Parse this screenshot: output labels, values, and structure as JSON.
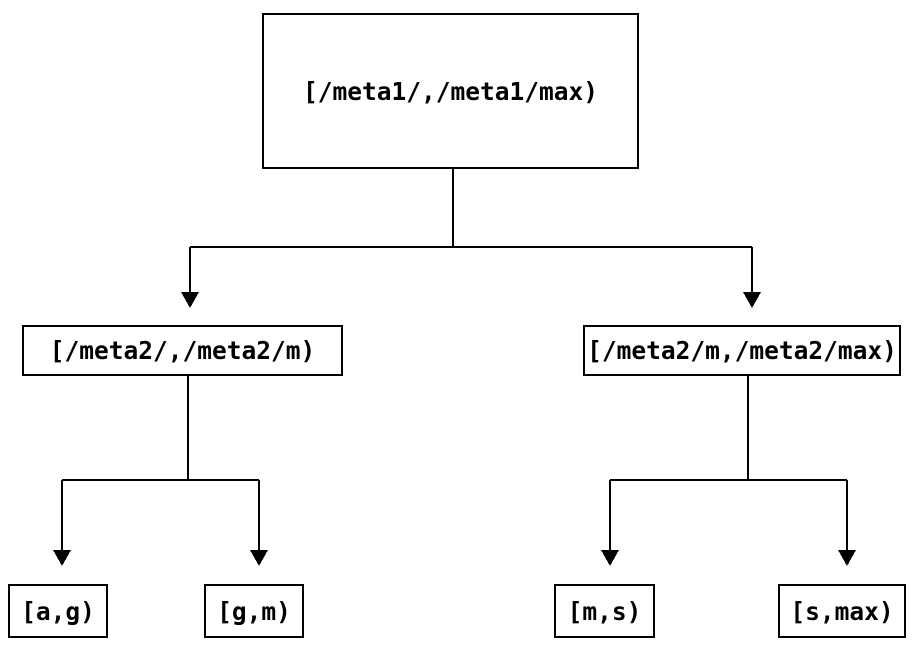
{
  "diagram": {
    "type": "tree",
    "colors": {
      "background": "#ffffff",
      "line": "#000000",
      "node_border": "#000000",
      "node_fill": "#ffffff",
      "text": "#000000"
    },
    "nodes": {
      "root": {
        "label": "[/meta1/,/meta1/max)"
      },
      "meta2_left": {
        "label": "[/meta2/,/meta2/m)"
      },
      "meta2_right": {
        "label": "[/meta2/m,/meta2/max)"
      },
      "leaf_ag": {
        "label": "[a,g)"
      },
      "leaf_gm": {
        "label": "[g,m)"
      },
      "leaf_ms": {
        "label": "[m,s)"
      },
      "leaf_smax": {
        "label": "[s,max)"
      }
    },
    "edges": [
      {
        "from": "root",
        "to": "meta2_left"
      },
      {
        "from": "root",
        "to": "meta2_right"
      },
      {
        "from": "meta2_left",
        "to": "leaf_ag"
      },
      {
        "from": "meta2_left",
        "to": "leaf_gm"
      },
      {
        "from": "meta2_right",
        "to": "leaf_ms"
      },
      {
        "from": "meta2_right",
        "to": "leaf_smax"
      }
    ]
  }
}
